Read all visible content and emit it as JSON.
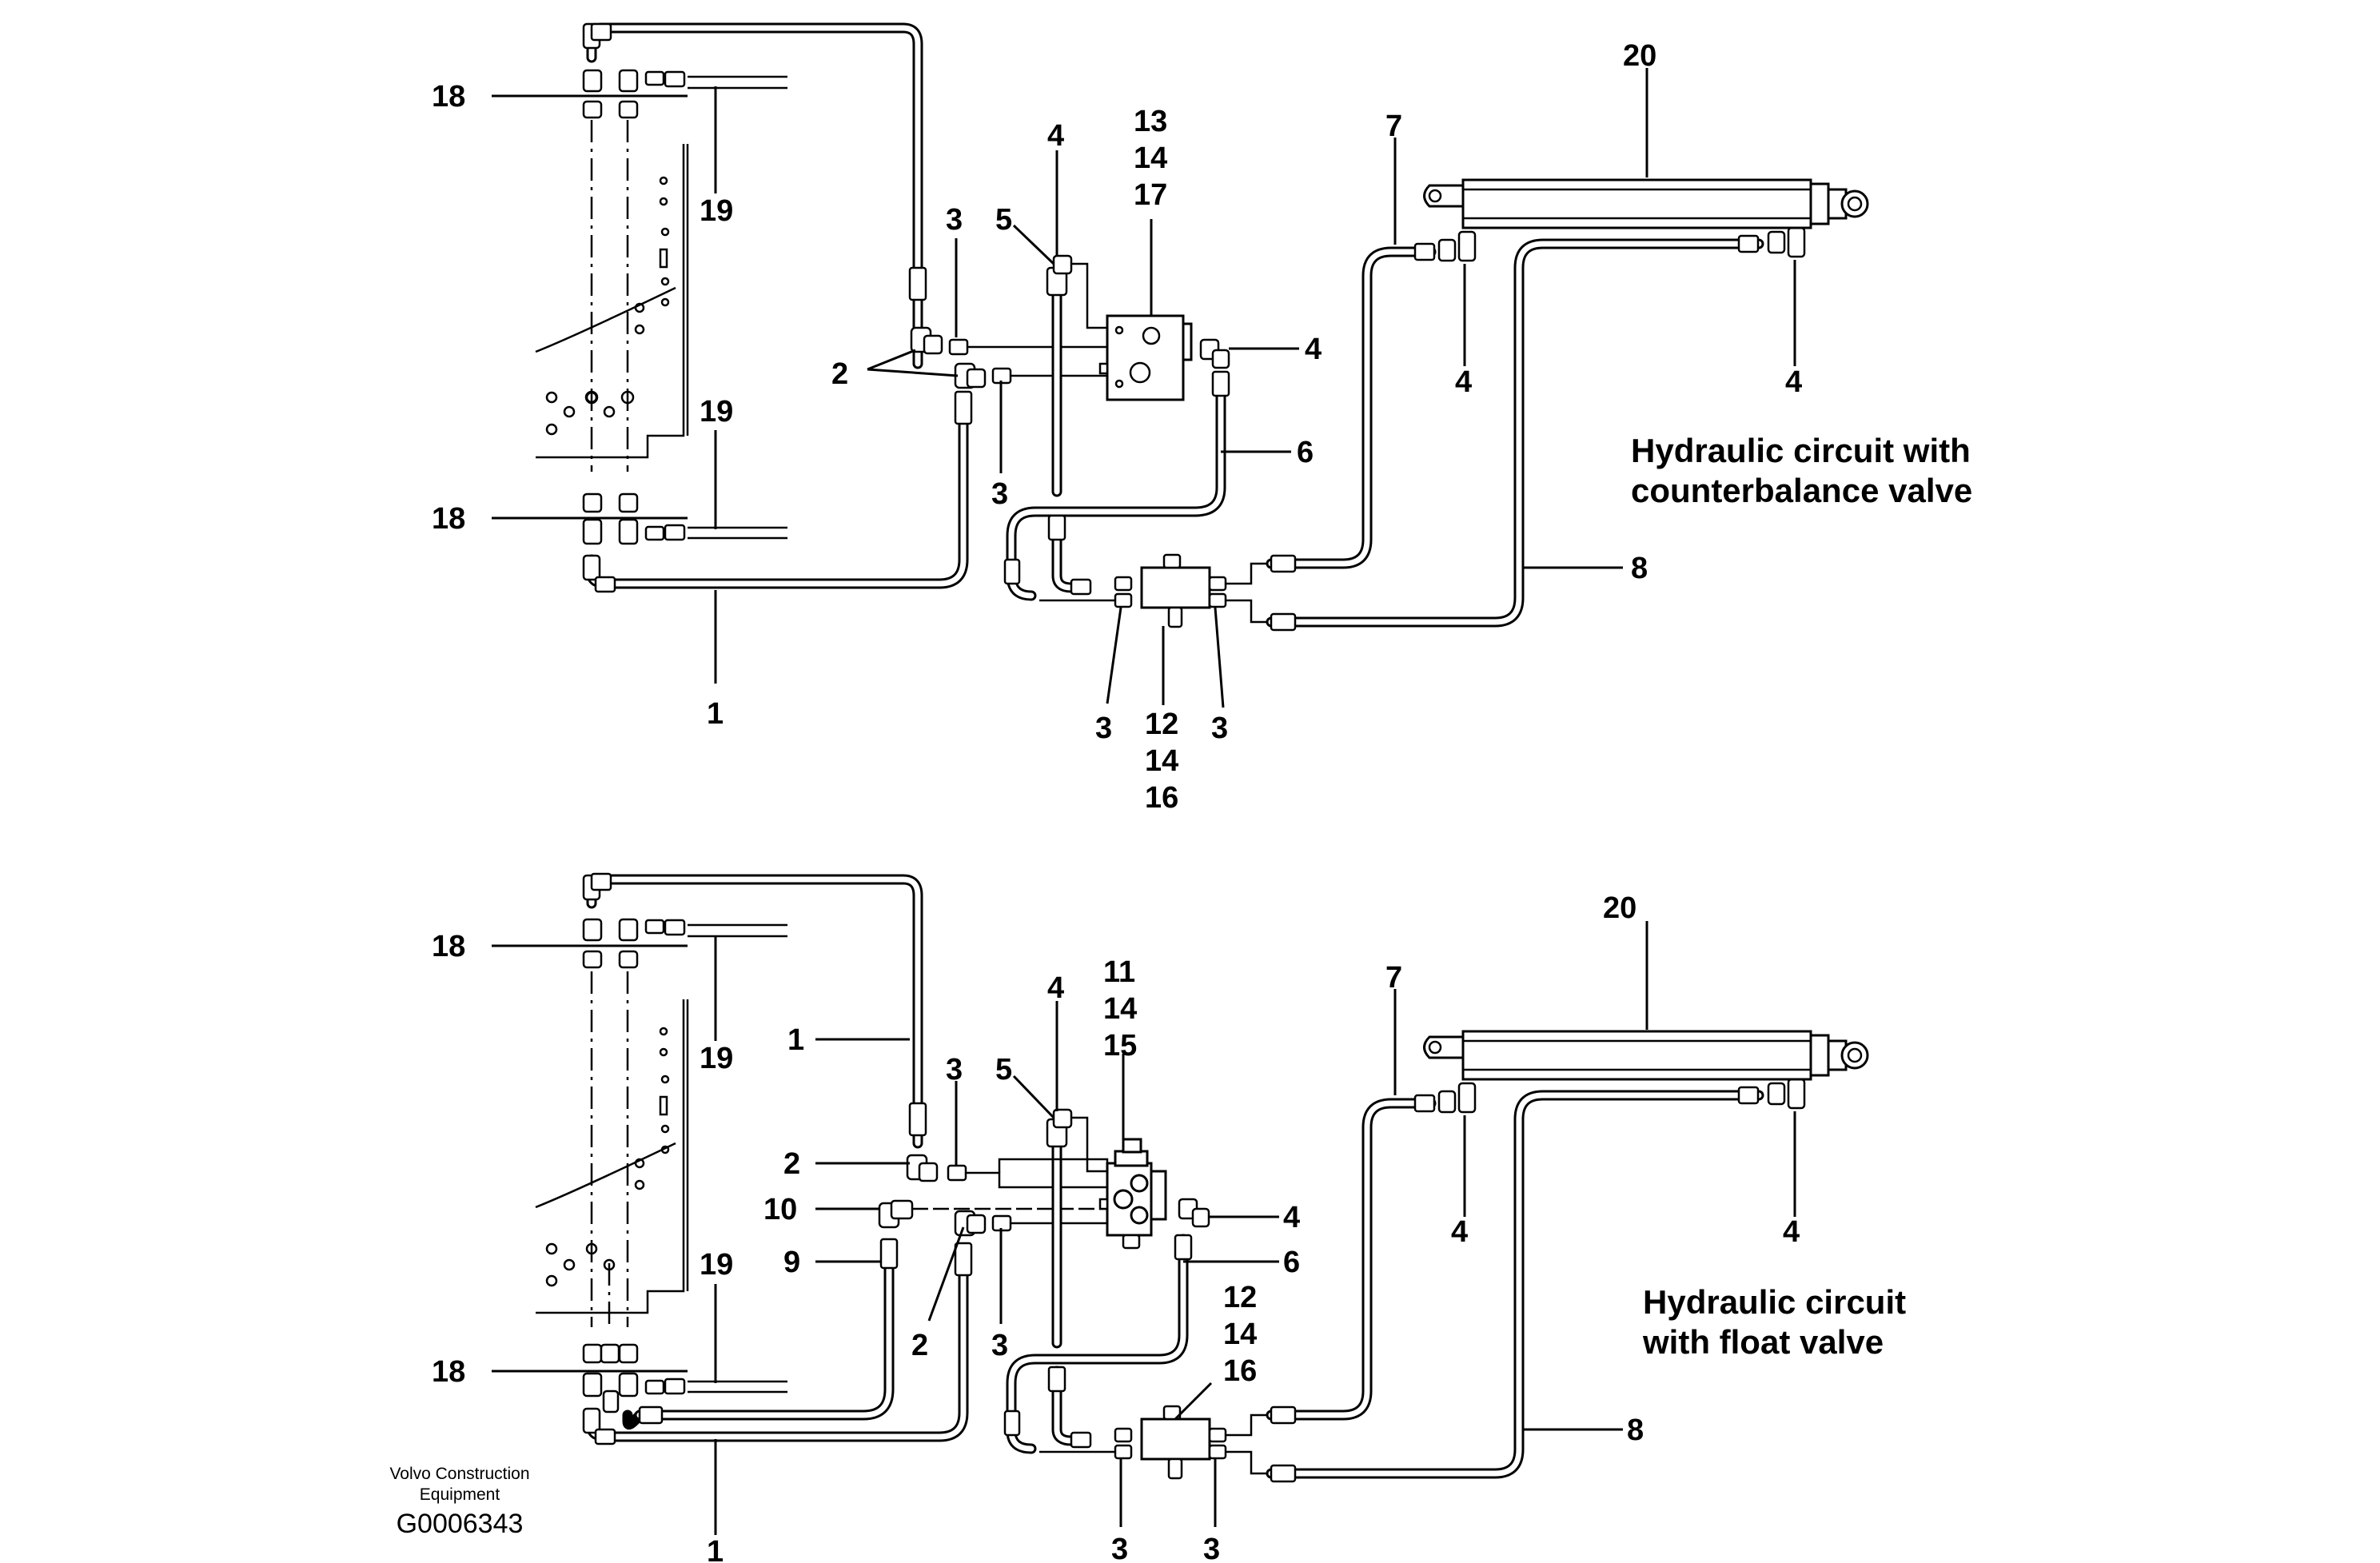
{
  "labels_top": {
    "p18_a": "18",
    "p19_a": "19",
    "p19_b": "19",
    "p18_b": "18",
    "p1": "1",
    "p3_a": "3",
    "p5": "5",
    "p4_a": "4",
    "p13": "13",
    "p14": "14",
    "p17": "17",
    "p2": "2",
    "p3_b": "3",
    "p4_b": "4",
    "p6": "6",
    "p3_c": "3",
    "p12": "12",
    "p14_b": "14",
    "p16": "16",
    "p3_d": "3",
    "p7": "7",
    "p20": "20",
    "p4_c": "4",
    "p4_d": "4",
    "p8": "8"
  },
  "labels_bottom": {
    "p18_a": "18",
    "p19_a": "19",
    "p19_b": "19",
    "p18_b": "18",
    "p1_a": "1",
    "p1_b": "1",
    "p3_a": "3",
    "p5": "5",
    "p4_a": "4",
    "p11": "11",
    "p14": "14",
    "p15": "15",
    "p2_a": "2",
    "p10": "10",
    "p9": "9",
    "p2_b": "2",
    "p3_b": "3",
    "p4_b": "4",
    "p6": "6",
    "p12": "12",
    "p14_b": "14",
    "p16": "16",
    "p3_c": "3",
    "p3_d": "3",
    "p7": "7",
    "p20": "20",
    "p4_c": "4",
    "p4_d": "4",
    "p8": "8"
  },
  "captions": {
    "top_line1": "Hydraulic circuit with",
    "top_line2": "counterbalance valve",
    "bottom_line1": "Hydraulic circuit",
    "bottom_line2": "with float valve"
  },
  "credit": {
    "line1": "Volvo Construction",
    "line2": "Equipment",
    "figure_id": "G0006343"
  }
}
